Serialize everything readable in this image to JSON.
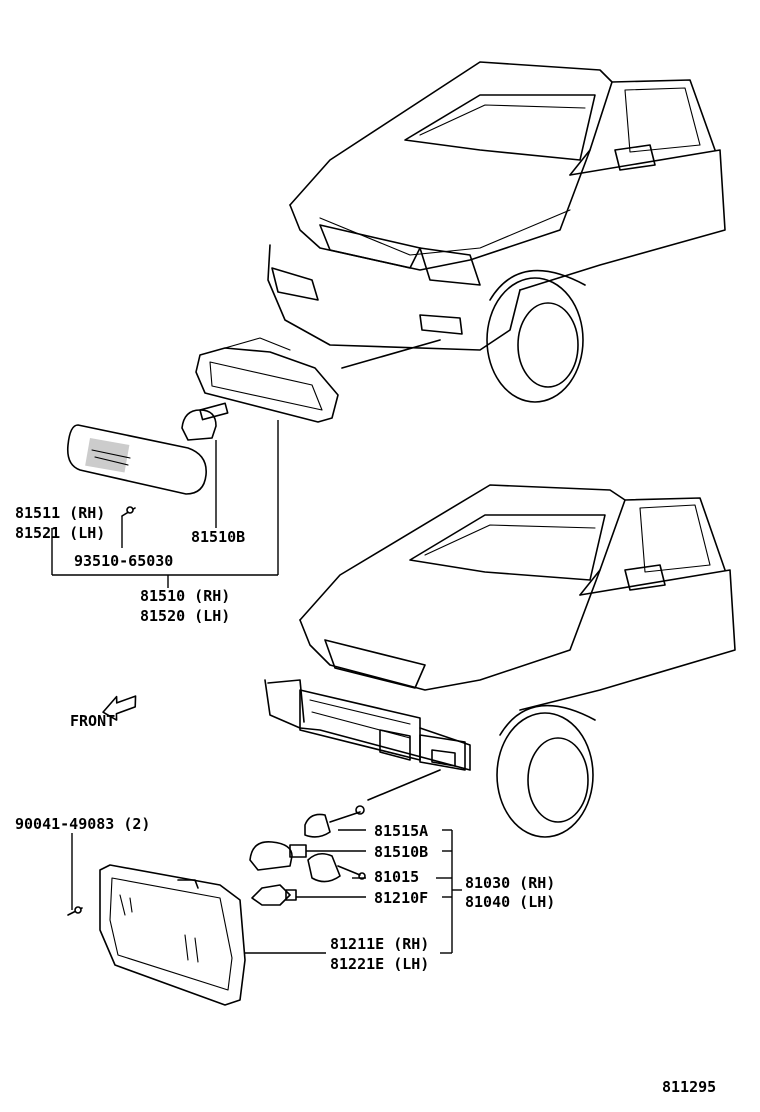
{
  "labels": {
    "l1a": "81511 (RH)",
    "l1b": "81521 (LH)",
    "l2": "93510-65030",
    "l3": "81510B",
    "l4a": "81510 (RH)",
    "l4b": "81520 (LH)",
    "front": "FRONT",
    "l5": "90041-49083 (2)",
    "l6": "81515A",
    "l7": "81510B",
    "l8": "81015",
    "l9": "81210F",
    "l10a": "81030 (RH)",
    "l10b": "81040 (LH)",
    "l11a": "81211E (RH)",
    "l11b": "81221E (LH)",
    "code": "811295"
  },
  "icons": {
    "front_arrow": "front-arrow-icon"
  }
}
